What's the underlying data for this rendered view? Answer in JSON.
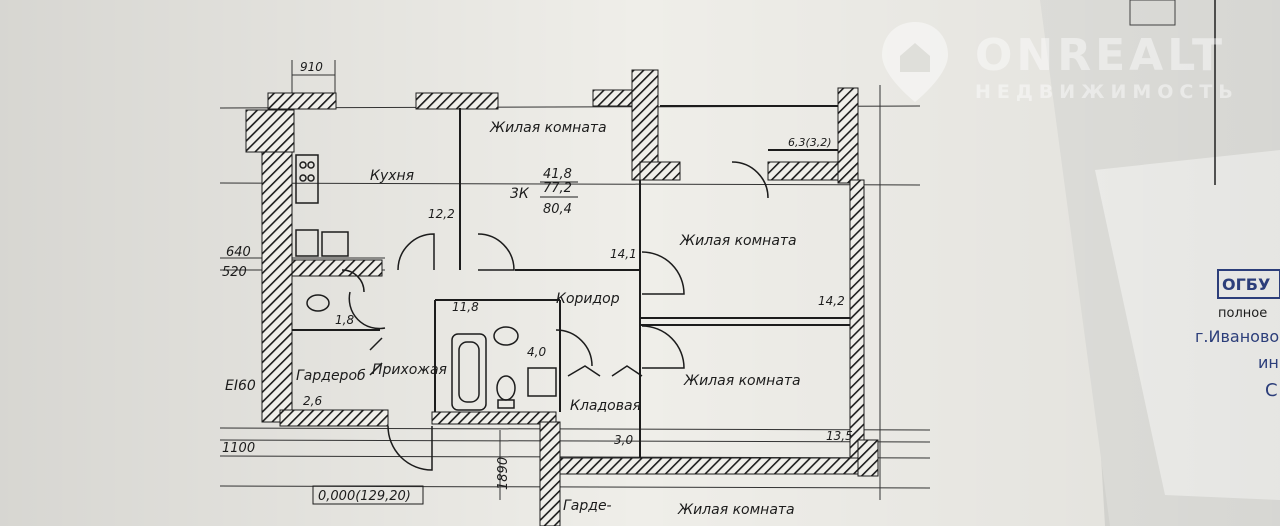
{
  "watermark": {
    "brand": "ONREALT",
    "tagline": "НЕДВИЖИМОСТЬ"
  },
  "plan": {
    "dimensions": {
      "top_opening": "910",
      "left_upper": "640",
      "left_lower": "520",
      "bottom_left": "1100",
      "bottom_mid": "1890"
    },
    "fire_rating": "EI60",
    "level_mark": "0,000(129,20)",
    "apartment": {
      "type": "3К",
      "area_living": "41,8",
      "area_total": "77,2",
      "area_with_balcony": "80,4"
    },
    "rooms": [
      {
        "name": "Кухня",
        "area": "12,2"
      },
      {
        "name": "Жилая комната",
        "area": "14,1"
      },
      {
        "name": "Жилая комната",
        "area": "14,2"
      },
      {
        "name": "Жилая комната",
        "area": "13,5"
      },
      {
        "name": "Коридор",
        "area": "11,8"
      },
      {
        "name": "Прихожая",
        "area": ""
      },
      {
        "name": "Гардероб",
        "area": "2,6"
      },
      {
        "name": "Кладовая",
        "area": "3,0"
      },
      {
        "name": "",
        "area": "1,8"
      },
      {
        "name": "",
        "area": "4,0"
      },
      {
        "name": "Жилая комната",
        "area": ""
      },
      {
        "name": "Гарде-",
        "area": ""
      }
    ],
    "balcony": "6,3(3,2)"
  },
  "stamp": {
    "org": "ОГБУ",
    "line_full": "полное",
    "city": "г.Иваново,",
    "line_in": "ин",
    "line_c": "С"
  },
  "colors": {
    "paper": "#f2f1ec",
    "ink": "#1c1c1c",
    "stamp_blue": "#2c3e7a"
  }
}
